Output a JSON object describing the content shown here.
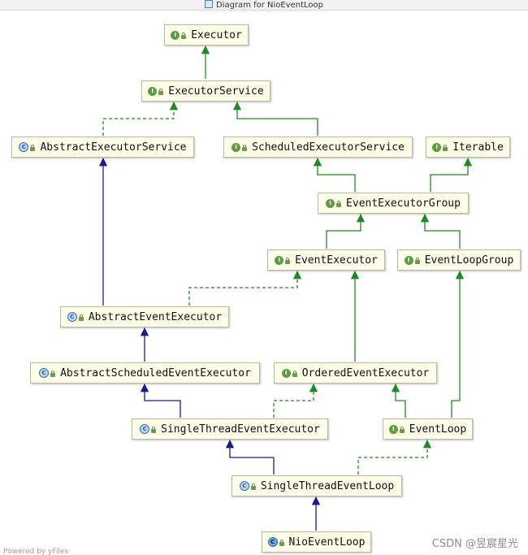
{
  "window": {
    "title": "Diagram for NioEventLoop"
  },
  "nodes": {
    "executor": {
      "label": "Executor",
      "kind": "I"
    },
    "executor_service": {
      "label": "ExecutorService",
      "kind": "I"
    },
    "abstract_executor_service": {
      "label": "AbstractExecutorService",
      "kind": "C"
    },
    "scheduled_executor_service": {
      "label": "ScheduledExecutorService",
      "kind": "I"
    },
    "iterable": {
      "label": "Iterable",
      "kind": "I"
    },
    "event_executor_group": {
      "label": "EventExecutorGroup",
      "kind": "I"
    },
    "event_executor": {
      "label": "EventExecutor",
      "kind": "I"
    },
    "event_loop_group": {
      "label": "EventLoopGroup",
      "kind": "I"
    },
    "abstract_event_executor": {
      "label": "AbstractEventExecutor",
      "kind": "C"
    },
    "abstract_scheduled_event_executor": {
      "label": "AbstractScheduledEventExecutor",
      "kind": "C"
    },
    "ordered_event_executor": {
      "label": "OrderedEventExecutor",
      "kind": "I"
    },
    "single_thread_event_executor": {
      "label": "SingleThreadEventExecutor",
      "kind": "C"
    },
    "event_loop": {
      "label": "EventLoop",
      "kind": "I"
    },
    "single_thread_event_loop": {
      "label": "SingleThreadEventLoop",
      "kind": "C"
    },
    "nio_event_loop": {
      "label": "NioEventLoop",
      "kind": "C"
    }
  },
  "footer": {
    "left_text": "Powered by yFiles",
    "watermark": "CSDN @昱宸星光"
  },
  "colors": {
    "extends_interface": "#1f8a1f",
    "extends_class": "#1a1a8c",
    "node_fill": "#fdfde8",
    "node_border": "#b9b9a4"
  }
}
